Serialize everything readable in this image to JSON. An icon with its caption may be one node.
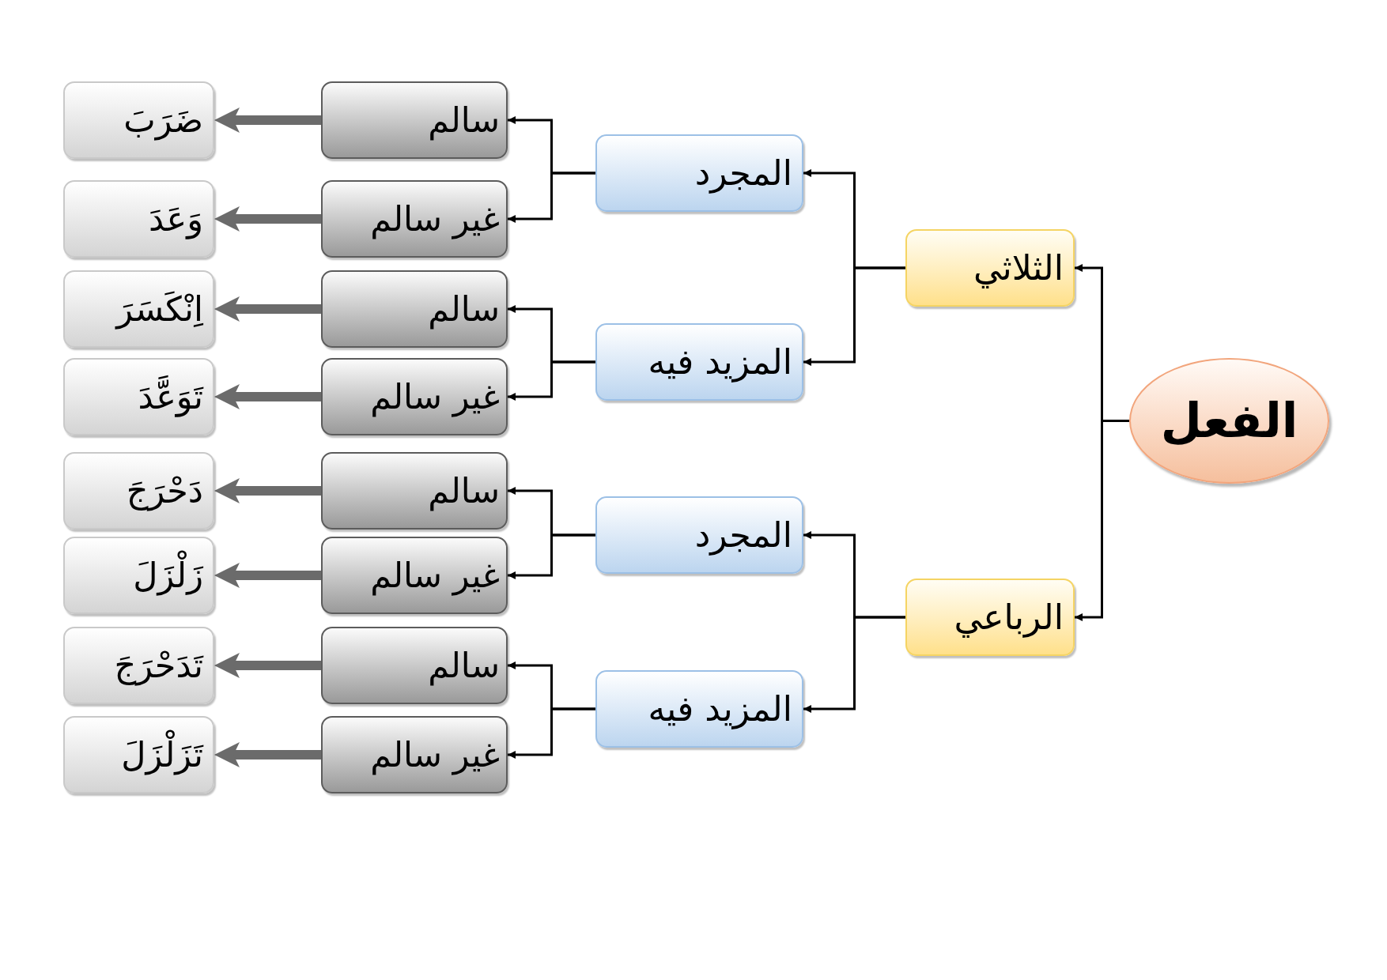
{
  "diagram": {
    "nodes": [
      {
        "text": [
          "الفعل"
        ]
      },
      {
        "text": [
          "الثلاثي"
        ]
      },
      {
        "text": [
          "الرباعي"
        ]
      },
      {
        "text": [
          "المجرد"
        ]
      },
      {
        "text": [
          "المزيد فيه"
        ]
      },
      {
        "text": [
          "المجرد"
        ]
      },
      {
        "text": [
          "المزيد فيه"
        ]
      },
      {
        "text": [
          "سالم"
        ]
      },
      {
        "text": [
          "غير سالم"
        ]
      },
      {
        "text": [
          "سالم"
        ]
      },
      {
        "text": [
          "غير سالم"
        ]
      },
      {
        "text": [
          "سالم"
        ]
      },
      {
        "text": [
          "غير سالم"
        ]
      },
      {
        "text": [
          "سالم"
        ]
      },
      {
        "text": [
          "غير سالم"
        ]
      },
      {
        "text": [
          "ضَرَبَ"
        ]
      },
      {
        "text": [
          "وَعَدَ"
        ]
      },
      {
        "text": [
          "اِنْكَسَرَ"
        ]
      },
      {
        "text": [
          "تَوَعَّدَ"
        ]
      },
      {
        "text": [
          "دَحْرَجَ"
        ]
      },
      {
        "text": [
          "زَلْزَلَ"
        ]
      },
      {
        "text": [
          "تَدَحْرَجَ"
        ]
      },
      {
        "text": [
          "تَزَلْزَلَ"
        ]
      }
    ],
    "edges": [
      {
        "from": 0,
        "to": 1,
        "arrow": "to"
      },
      {
        "from": 0,
        "to": 2,
        "arrow": "to"
      },
      {
        "from": 1,
        "to": 3,
        "arrow": "to"
      },
      {
        "from": 1,
        "to": 4,
        "arrow": "to"
      },
      {
        "from": 2,
        "to": 5,
        "arrow": "to"
      },
      {
        "from": 2,
        "to": 6,
        "arrow": "to"
      },
      {
        "from": 3,
        "to": 7,
        "arrow": "to"
      },
      {
        "from": 3,
        "to": 8,
        "arrow": "to"
      },
      {
        "from": 4,
        "to": 9,
        "arrow": "to"
      },
      {
        "from": 4,
        "to": 10,
        "arrow": "to"
      },
      {
        "from": 5,
        "to": 11,
        "arrow": "to"
      },
      {
        "from": 5,
        "to": 12,
        "arrow": "to"
      },
      {
        "from": 6,
        "to": 13,
        "arrow": "to"
      },
      {
        "from": 6,
        "to": 14,
        "arrow": "to"
      },
      {
        "from": 7,
        "to": 15,
        "arrow": "to",
        "style": "thick",
        "color": "#6b6b6b"
      },
      {
        "from": 8,
        "to": 16,
        "arrow": "to",
        "style": "thick",
        "color": "#6b6b6b"
      },
      {
        "from": 9,
        "to": 17,
        "arrow": "to",
        "style": "thick",
        "color": "#6b6b6b"
      },
      {
        "from": 10,
        "to": 18,
        "arrow": "to",
        "style": "thick",
        "color": "#6b6b6b"
      },
      {
        "from": 11,
        "to": 19,
        "arrow": "to",
        "style": "thick",
        "color": "#6b6b6b"
      },
      {
        "from": 12,
        "to": 20,
        "arrow": "to",
        "style": "thick",
        "color": "#6b6b6b"
      },
      {
        "from": 13,
        "to": 21,
        "arrow": "to",
        "style": "thick",
        "color": "#6b6b6b"
      },
      {
        "from": 14,
        "to": 22,
        "arrow": "to",
        "style": "thick",
        "color": "#6b6b6b"
      }
    ]
  }
}
